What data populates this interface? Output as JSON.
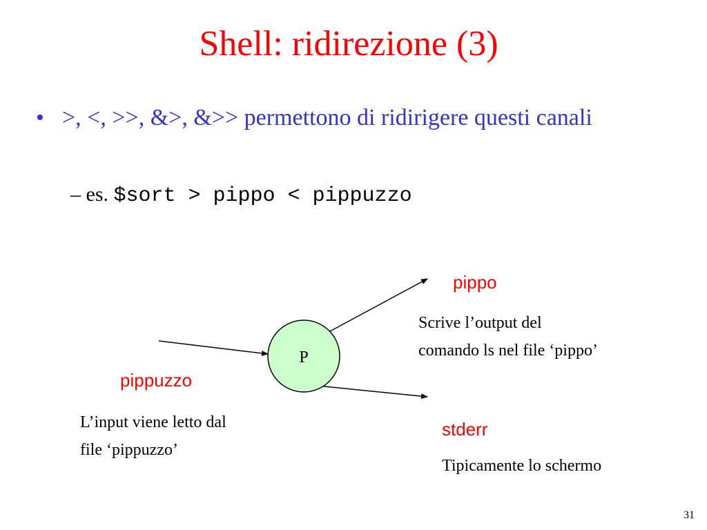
{
  "slide": {
    "title": "Shell: ridirezione (3)",
    "bullet": {
      "marker": "•",
      "operators": ">, <, >>, &>, &>>",
      "text": " permettono di ridirigere questi canali"
    },
    "subbullet": {
      "dash": "–",
      "prefix": "es. ",
      "command": "$sort > pippo < pippuzzo"
    },
    "diagram": {
      "process_label": "P",
      "output_file": "pippo",
      "output_note_line1": "Scrive l’output del",
      "output_note_line2": "comando ls nel file ‘pippo’",
      "input_file": "pippuzzo",
      "input_note_line1": "L’input viene letto dal",
      "input_note_line2": "file ‘pippuzzo’",
      "error_stream": "stderr",
      "error_note": "Tipicamente lo schermo"
    },
    "page_number": "31",
    "colors": {
      "title": "#ff0000",
      "bullet": "#3333cc",
      "process_fill": "#ccffcc",
      "labels": "#ff0000"
    }
  }
}
